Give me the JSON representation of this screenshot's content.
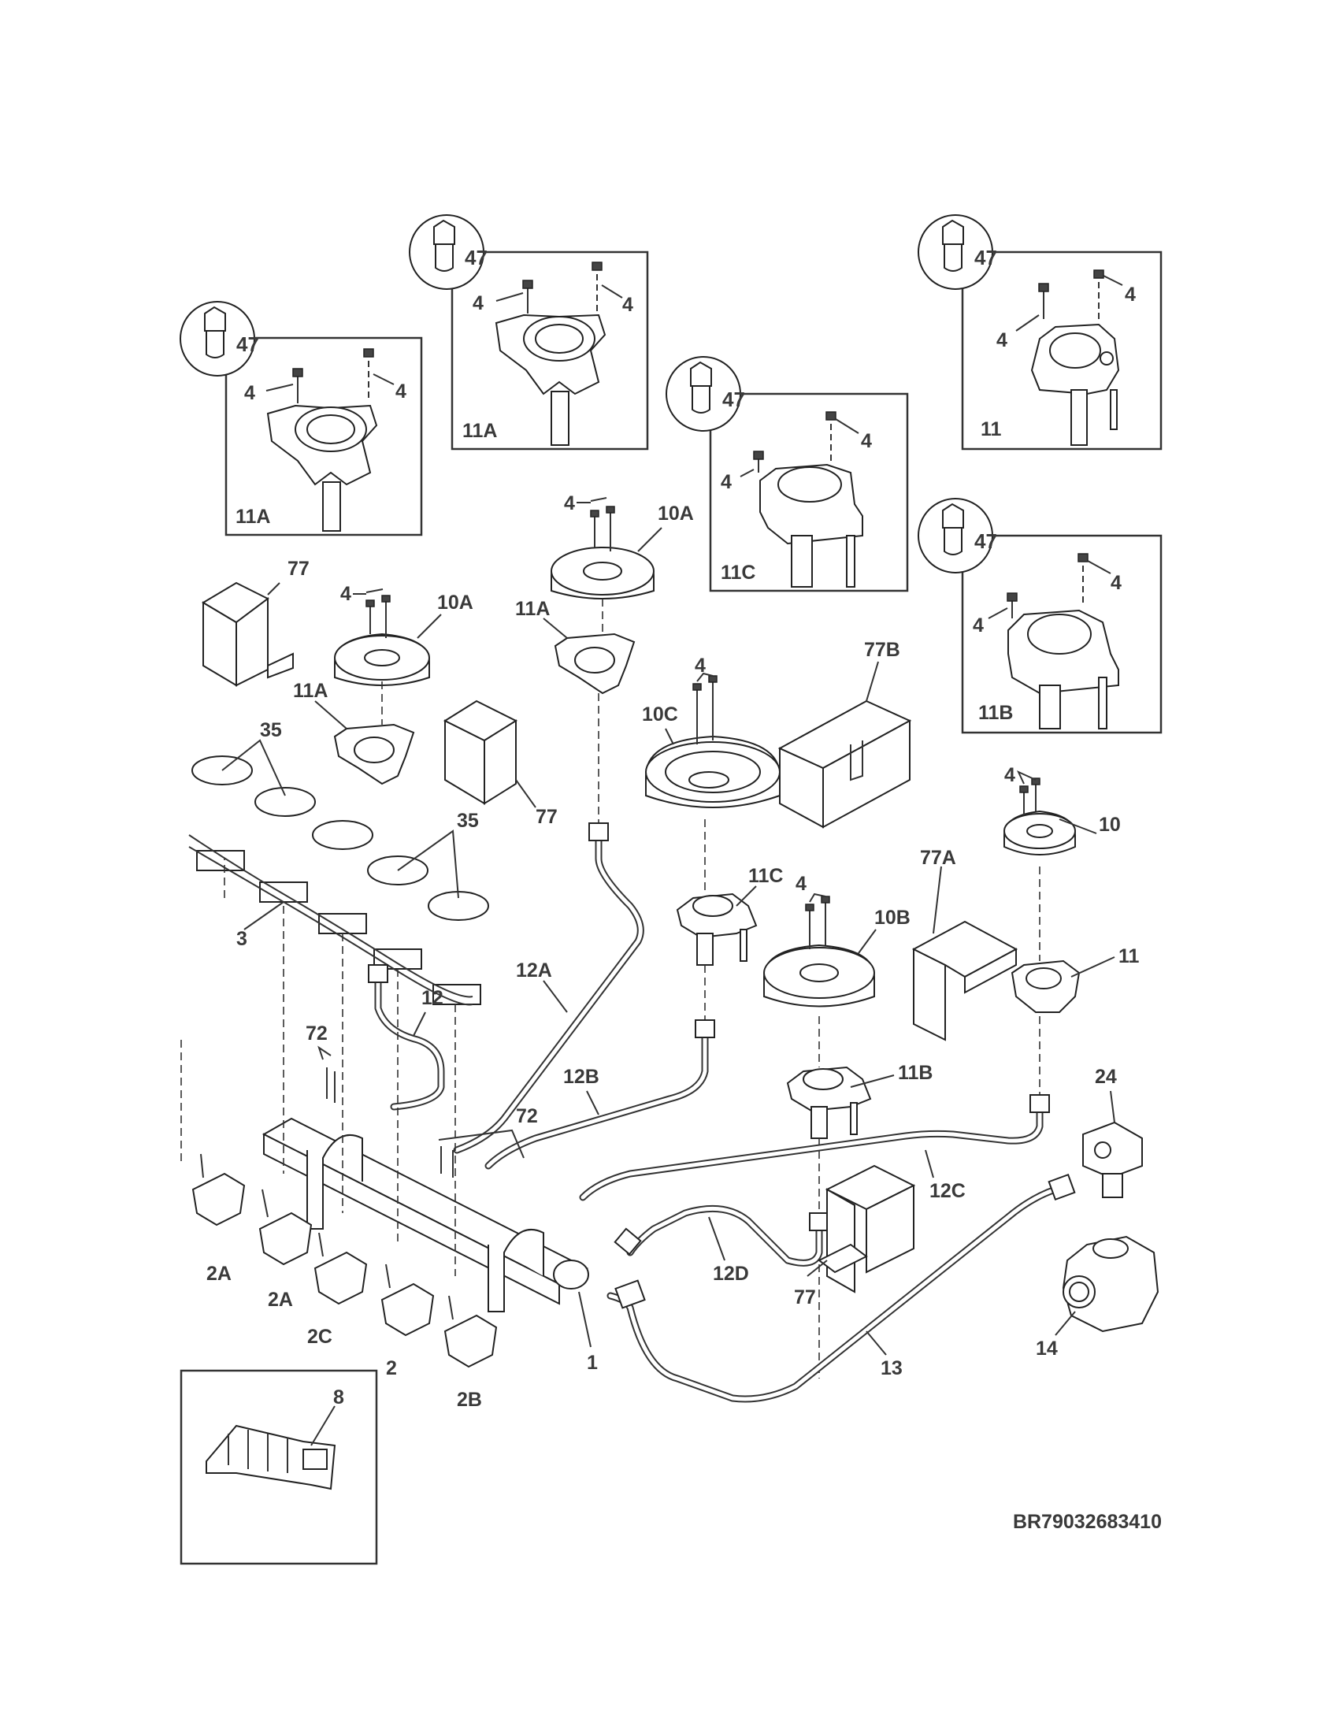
{
  "diagram_code": "BR79032683410",
  "labels": {
    "inset_11A_left": {
      "callout": "47",
      "screw_a": "4",
      "screw_b": "4",
      "name": "11A"
    },
    "inset_11A_mid": {
      "callout": "47",
      "screw_a": "4",
      "screw_b": "4",
      "name": "11A"
    },
    "inset_11C": {
      "callout": "47",
      "screw_a": "4",
      "screw_b": "4",
      "name": "11C"
    },
    "inset_11_right": {
      "callout": "47",
      "screw_a": "4",
      "screw_b": "4",
      "name": "11"
    },
    "inset_11B": {
      "callout": "47",
      "screw_a": "4",
      "screw_b": "4",
      "name": "11B"
    },
    "p77_top": "77",
    "p4_a": "4",
    "p10A_a": "10A",
    "p11A_a": "11A",
    "p35_a": "35",
    "p35_b": "35",
    "p3": "3",
    "p77_mid": "77",
    "p4_b": "4",
    "p10A_b": "10A",
    "p11A_b": "11A",
    "p4_c": "4",
    "p10C": "10C",
    "p77B": "77B",
    "p11C": "11C",
    "p4_d": "4",
    "p10B": "10B",
    "p77A": "77A",
    "p4_e": "4",
    "p10": "10",
    "p11": "11",
    "p11B": "11B",
    "p12A": "12A",
    "p12": "12",
    "p72_a": "72",
    "p72_b": "72",
    "p12B": "12B",
    "p12C": "12C",
    "p12D": "12D",
    "p24": "24",
    "p77_low": "77",
    "p13": "13",
    "p14": "14",
    "p2A_a": "2A",
    "p2A_b": "2A",
    "p2C": "2C",
    "p2": "2",
    "p2B": "2B",
    "p1": "1",
    "p8": "8"
  }
}
